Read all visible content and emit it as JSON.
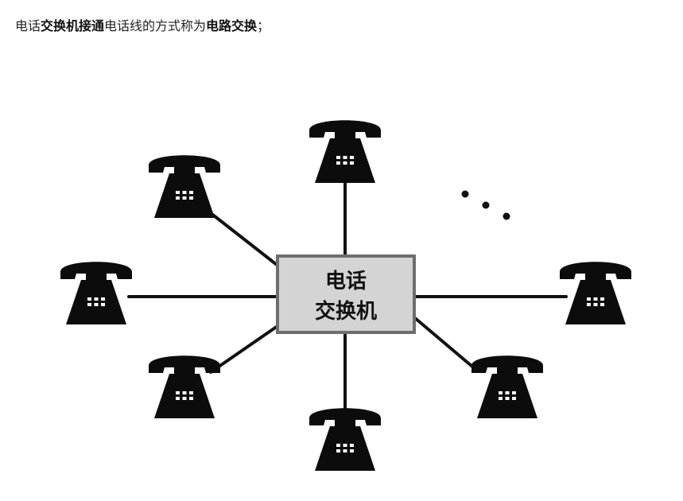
{
  "caption": {
    "part1": "电话",
    "part2": "交换机接通",
    "part3": "电话线的方式称为",
    "part4": "电路交换",
    "part5": "；"
  },
  "switch": {
    "line1": "电话",
    "line2": "交换机"
  },
  "colors": {
    "switch_fill": "#d4d4d4",
    "switch_border": "#6e6e6e",
    "phone": "#0c0c0c",
    "line": "#111111"
  }
}
